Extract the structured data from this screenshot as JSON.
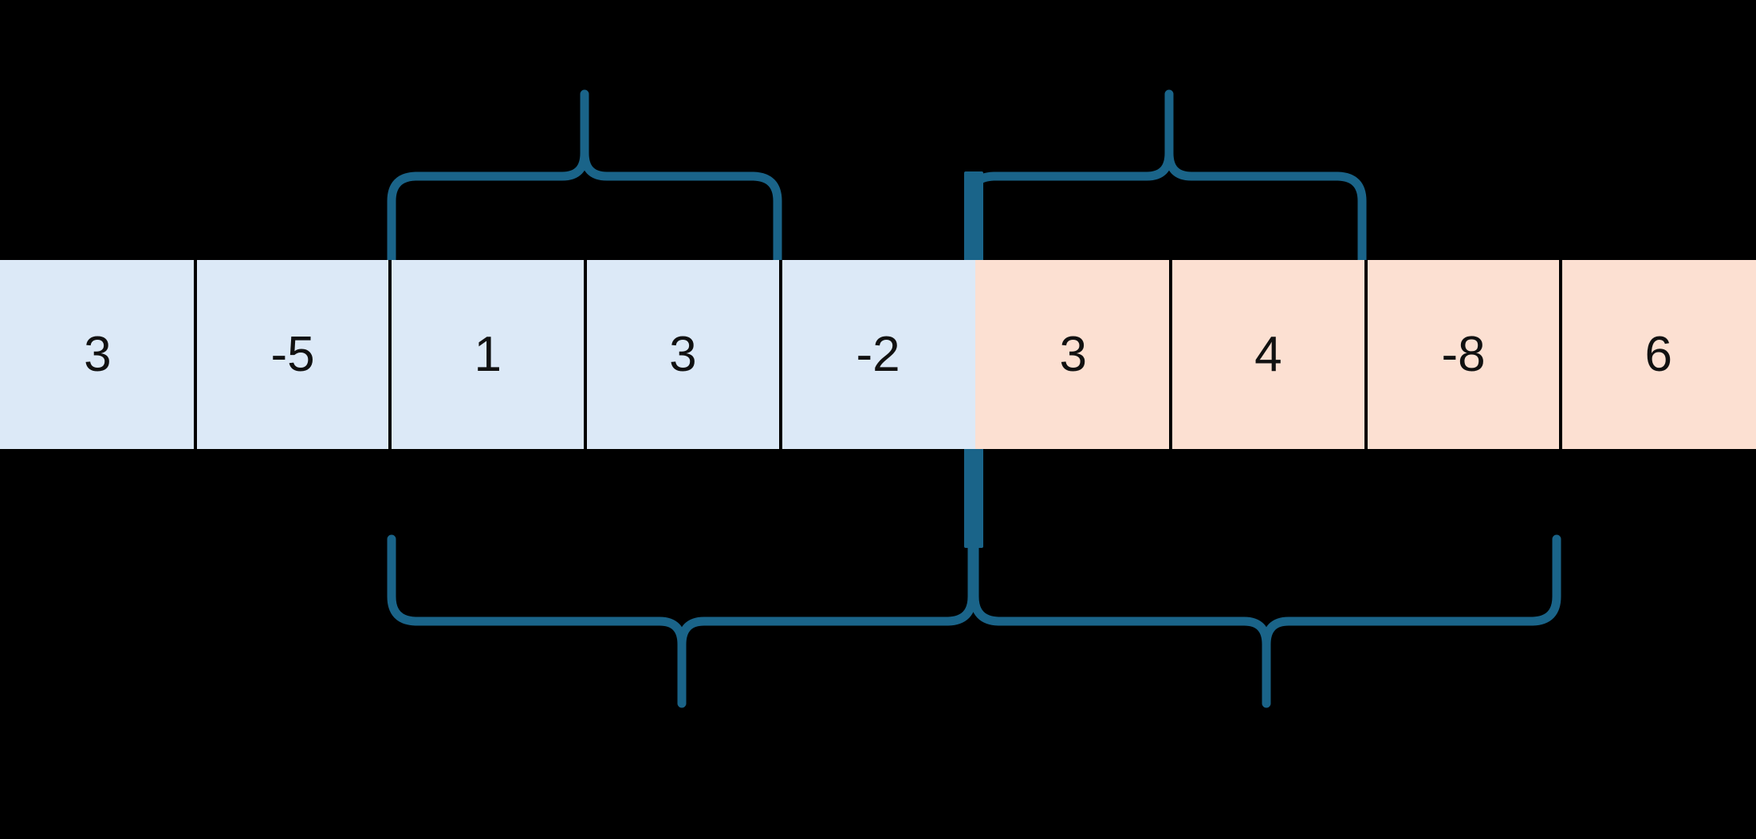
{
  "diagram": {
    "type": "array-partition-with-braces",
    "title": "",
    "array": {
      "values": [
        "3",
        "-5",
        "1",
        "3",
        "-2",
        "3",
        "4",
        "-8",
        "6"
      ],
      "count": 9,
      "left_segment": {
        "values": [
          "3",
          "-5",
          "1",
          "3",
          "-2"
        ],
        "indices": [
          0,
          1,
          2,
          3,
          4
        ],
        "fill_color": "#dce9f7"
      },
      "right_segment": {
        "values": [
          "3",
          "4",
          "-8",
          "6"
        ],
        "indices": [
          5,
          6,
          7,
          8
        ],
        "fill_color": "#fce0d2"
      },
      "cell_border_color": "#000000",
      "text_color": "#111111"
    },
    "split_marker": {
      "name": "midpoint-divider",
      "color": "#1a6489",
      "after_index": 4,
      "label": ""
    },
    "braces": [
      {
        "id": "top-left-brace",
        "position": "top",
        "span_indices": [
          2,
          3
        ],
        "label": "",
        "color": "#1a6489"
      },
      {
        "id": "top-right-brace",
        "position": "top",
        "span_indices": [
          5,
          6
        ],
        "label": "",
        "color": "#1a6489"
      },
      {
        "id": "bottom-left-brace",
        "position": "bottom",
        "span_indices": [
          2,
          3,
          4
        ],
        "label": "",
        "color": "#1a6489"
      },
      {
        "id": "bottom-right-brace",
        "position": "bottom",
        "span_indices": [
          5,
          6,
          7
        ],
        "label": "",
        "color": "#1a6489"
      }
    ],
    "background_color": "#000000",
    "accent_color": "#1a6489"
  }
}
